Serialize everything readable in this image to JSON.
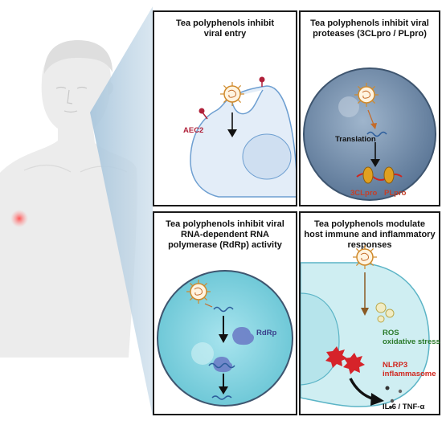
{
  "panels": {
    "entry": {
      "title": "Tea polyphenols inhibit viral entry",
      "receptor_label": "AEC2"
    },
    "proteases": {
      "title": "Tea polyphenols inhibit viral proteases (3CLpro / PLpro)",
      "step_label": "Translation",
      "protease_1": "3CLpro",
      "protease_2": "PLpro"
    },
    "rdrp": {
      "title": "Tea polyphenols inhibit viral RNA-dependent RNA polymerase (RdRp) activity",
      "enzyme_label": "RdRp"
    },
    "immune": {
      "title": "Tea polyphenols modulate host immune and inflammatory responses",
      "ros_label": "ROS",
      "stress_label": "oxidative stress",
      "inflammasome_label_1": "NLRP3",
      "inflammasome_label_2": "inflammasome",
      "cytokines_label": "IL-6 / TNF-α"
    }
  },
  "colors": {
    "virus": "#d08a2b",
    "receptor": "#b0213a",
    "cell": "#e3edf8",
    "protease": "#e0a020",
    "rna": "#2c5d9c",
    "ros_text": "#2a7a2a",
    "nlrp3_text": "#d0261e",
    "rdrp": "#6a78c4",
    "arrow": "#7a4a1c"
  }
}
